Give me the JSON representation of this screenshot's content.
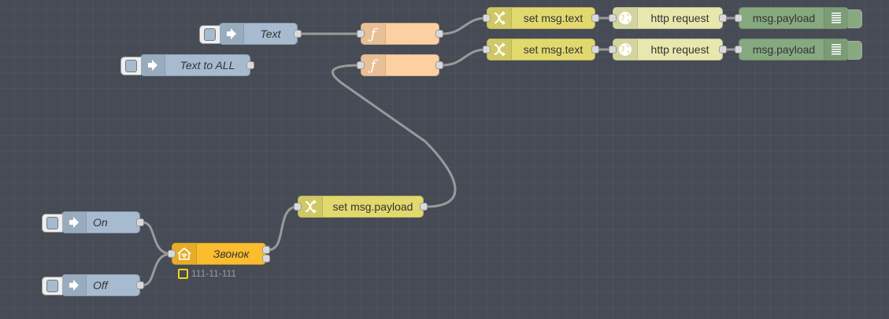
{
  "flow": {
    "nodes": [
      {
        "id": "inject_text",
        "type": "inject",
        "label": "Text",
        "icon": "arrow-in-icon"
      },
      {
        "id": "inject_text_all",
        "type": "inject",
        "label": "Text to ALL",
        "icon": "arrow-in-icon"
      },
      {
        "id": "func1",
        "type": "function",
        "label": "",
        "icon": "function-icon"
      },
      {
        "id": "func2",
        "type": "function",
        "label": "",
        "icon": "function-icon"
      },
      {
        "id": "change1",
        "type": "change",
        "label": "set msg.text",
        "icon": "shuffle-icon"
      },
      {
        "id": "change2",
        "type": "change",
        "label": "set msg.text",
        "icon": "shuffle-icon"
      },
      {
        "id": "http1",
        "type": "http request",
        "label": "http request",
        "icon": "globe-icon"
      },
      {
        "id": "http2",
        "type": "http request",
        "label": "http request",
        "icon": "globe-icon"
      },
      {
        "id": "debug1",
        "type": "debug",
        "label": "msg.payload",
        "icon": "list-icon"
      },
      {
        "id": "debug2",
        "type": "debug",
        "label": "msg.payload",
        "icon": "list-icon"
      },
      {
        "id": "change3",
        "type": "change",
        "label": "set msg.payload",
        "icon": "shuffle-icon"
      },
      {
        "id": "inject_on",
        "type": "inject",
        "label": "On",
        "icon": "arrow-in-icon"
      },
      {
        "id": "inject_off",
        "type": "inject",
        "label": "Off",
        "icon": "arrow-in-icon"
      },
      {
        "id": "homekit",
        "type": "homekit",
        "label": "Звонок",
        "icon": "home-icon",
        "status": "111-11-111"
      }
    ]
  },
  "colors": {
    "canvas": "#474b56",
    "inject": "#a6bbcf",
    "function": "#fdd0a2",
    "change": "#e2d96e",
    "http": "#e7e7ae",
    "debug": "#87a980",
    "homekit": "#fbbc2d",
    "wire": "#999999",
    "status_dot": "#f2d31b"
  }
}
